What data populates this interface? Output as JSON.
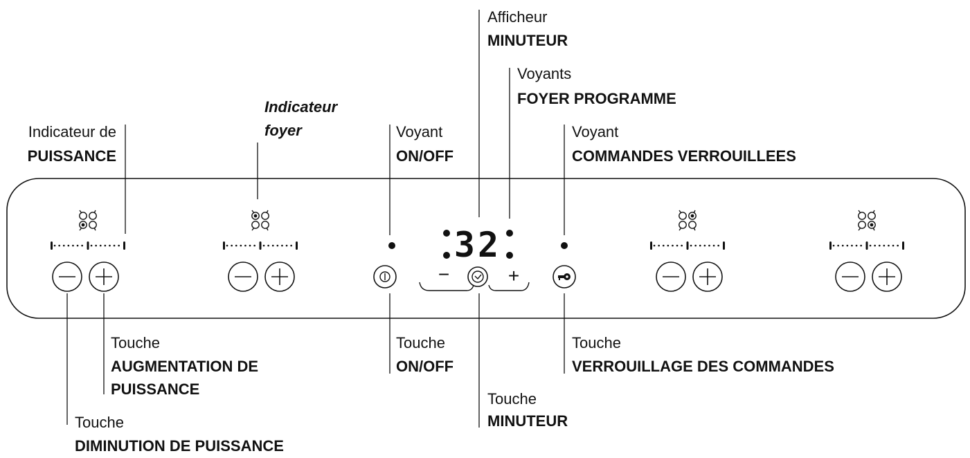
{
  "labels": {
    "power_indicator": {
      "line1": "Indicateur de",
      "line2": "PUISSANCE"
    },
    "zone_indicator": {
      "line1": "Indicateur",
      "line2": "foyer"
    },
    "onoff_light": {
      "line1": "Voyant",
      "line2": "ON/OFF"
    },
    "timer_display": {
      "line1": "Afficheur",
      "line2": "MINUTEUR"
    },
    "zone_lights": {
      "line1": "Voyants",
      "line2": "FOYER PROGRAMME"
    },
    "lock_light": {
      "line1": "Voyant",
      "line2": "COMMANDES VERROUILLEES"
    },
    "increase_key": {
      "line1": "Touche",
      "line2": "AUGMENTATION DE",
      "line3": "PUISSANCE"
    },
    "onoff_key": {
      "line1": "Touche",
      "line2": "ON/OFF"
    },
    "lock_key": {
      "line1": "Touche",
      "line2": "VERROUILLAGE DES COMMANDES"
    },
    "timer_key": {
      "line1": "Touche",
      "line2": "MINUTEUR"
    },
    "decrease_key": {
      "line1": "Touche",
      "line2": "DIMINUTION DE PUISSANCE"
    }
  },
  "panel": {
    "timer_value": "32",
    "minus_symbol": "−",
    "plus_symbol": "+",
    "zones": [
      {
        "active_burner": "bottom-left"
      },
      {
        "active_burner": "top-left"
      },
      {
        "active_burner": "top-right"
      },
      {
        "active_burner": "bottom-right"
      }
    ]
  },
  "icons": {
    "cooking_zones": "cooktop-zones-icon",
    "power_scale": "power-level-scale-icon",
    "minus_key": "minus-circle-icon",
    "plus_key": "plus-circle-icon",
    "power_key": "power-icon",
    "timer_key": "clock-icon",
    "lock_key": "key-icon"
  }
}
